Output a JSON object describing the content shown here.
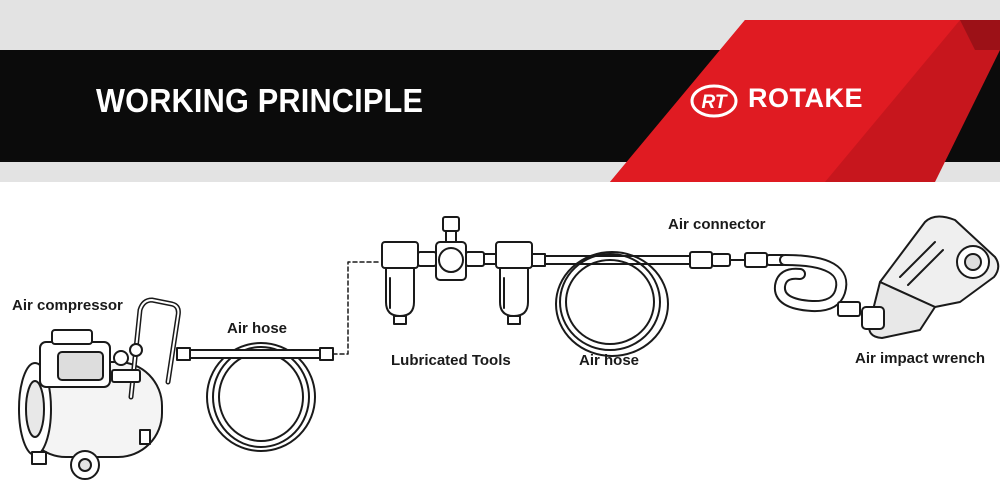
{
  "banner": {
    "title": "WORKING PRINCIPLE",
    "brand_name": "ROTAKE",
    "brand_logo_text": "RT",
    "colors": {
      "accent": "#e01b22",
      "bar": "#0b0b0b",
      "band": "#e3e3e3"
    }
  },
  "diagram": {
    "labels": {
      "air_compressor": "Air compressor",
      "air_hose_1": "Air hose",
      "lubricated_tools": "Lubricated Tools",
      "air_hose_2": "Air hose",
      "air_connector": "Air connector",
      "air_impact_wrench": "Air impact wrench"
    }
  }
}
